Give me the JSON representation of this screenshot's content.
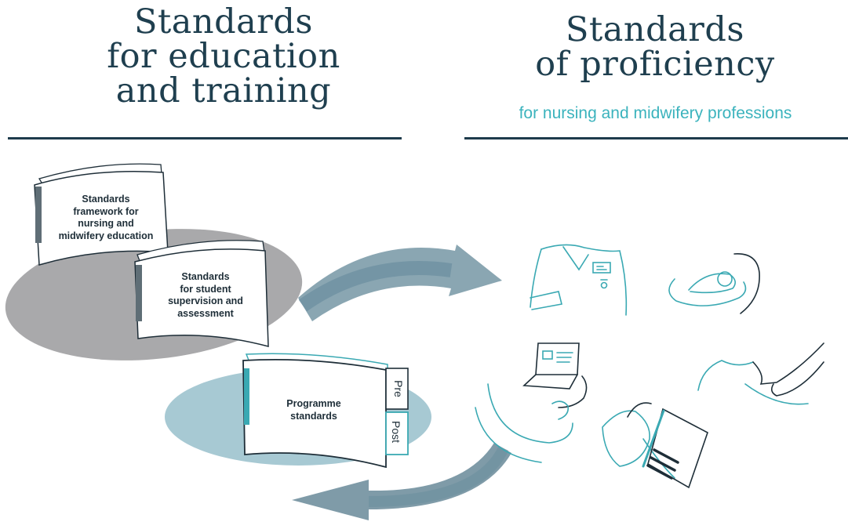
{
  "headings": {
    "left": [
      "Standards",
      "for education",
      "and training"
    ],
    "right": [
      "Standards",
      "of proficiency"
    ],
    "right_subtitle": "for nursing and midwifery professions"
  },
  "documents": {
    "framework": [
      "Standards",
      "framework for",
      "nursing and",
      "midwifery education"
    ],
    "supervision": [
      "Standards",
      "for student",
      "supervision and",
      "assessment"
    ],
    "programme": [
      "Programme",
      "standards"
    ]
  },
  "tabs": {
    "pre": "Pre",
    "post": "Post"
  },
  "colors": {
    "heading": "#1f3f4f",
    "subtitle": "#3bb3bd",
    "teal": "#3aa9b3",
    "arrow": "#6b8f9f",
    "grey_ellipse": "#a9a9ab",
    "blue_ellipse": "#a7c9d3",
    "ink": "#1e2e38"
  },
  "icons": [
    "nurse-uniform-icon",
    "baby-cradle-icon",
    "laptop-icon",
    "breastfeeding-icon",
    "reading-book-icon"
  ]
}
